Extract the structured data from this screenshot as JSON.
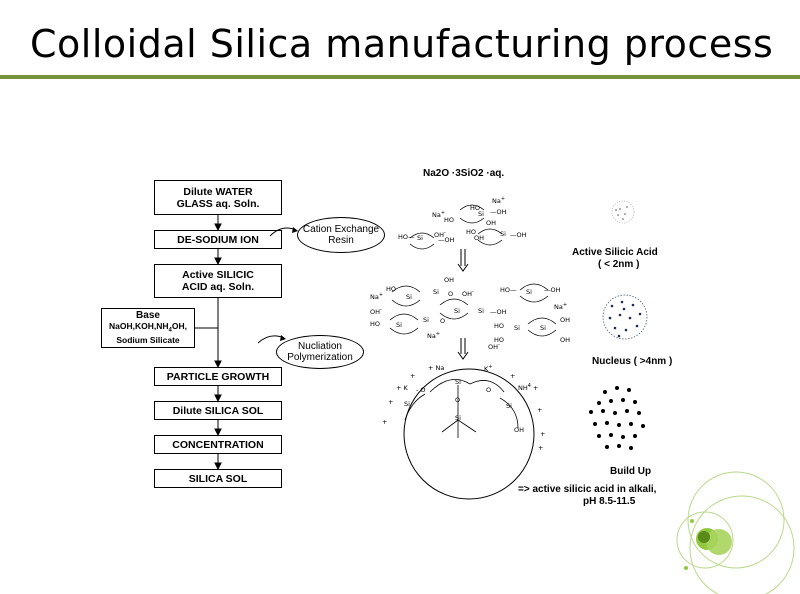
{
  "title": "Colloidal Silica manufacturing process",
  "flow": {
    "steps": [
      {
        "line1": "Dilute WATER",
        "line2": "GLASS aq. Soln."
      },
      {
        "line1": "DE-SODIUM ION",
        "line2": ""
      },
      {
        "line1": "Active SILICIC",
        "line2": "ACID aq. Soln."
      },
      {
        "line1": "PARTICLE GROWTH",
        "line2": ""
      },
      {
        "line1": "Dilute SILICA SOL",
        "line2": ""
      },
      {
        "line1": "CONCENTRATION",
        "line2": ""
      },
      {
        "line1": "SILICA SOL",
        "line2": ""
      }
    ],
    "base": {
      "title": "Base",
      "line1": "NaOH,KOH,NH",
      "sub": "4",
      "line1b": "OH,",
      "line2": "Sodium Silicate"
    },
    "cation_exchange": {
      "line1": "Cation Exchange",
      "line2": "Resin"
    },
    "nucleation": {
      "line1": "Nucliation",
      "line2": "Polymerization"
    }
  },
  "chemistry": {
    "formula": "Na2O ·3SiO2 ·aq.",
    "active_silicic_acid": "Active Silicic Acid",
    "active_size": "( < 2nm )",
    "nucleus": "Nucleus ( >4nm )",
    "build_up": "Build Up",
    "note_line1": "=> active silicic acid in alkali,",
    "note_line2": "pH 8.5-11.5"
  },
  "colors": {
    "rule": "#76923c",
    "accent": "#92c83e",
    "accent_dark": "#5a8a1a"
  }
}
